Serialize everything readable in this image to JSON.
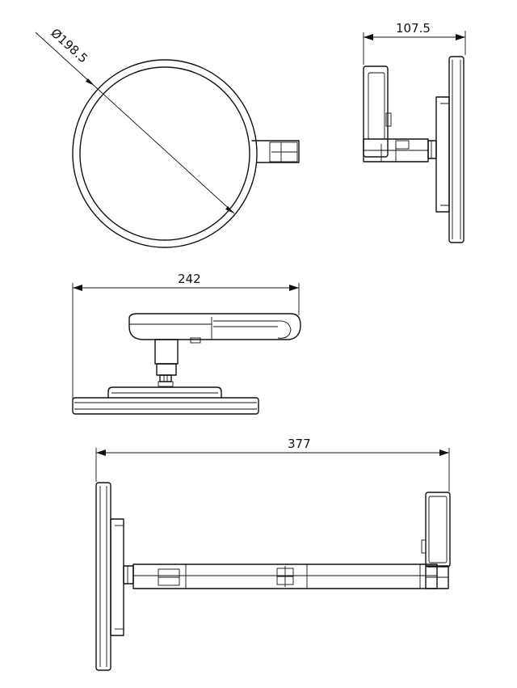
{
  "dimensions": {
    "diameter": "Ø198.5",
    "side_depth": "107.5",
    "front_width": "242",
    "total_length": "377"
  },
  "colors": {
    "line": "#111111",
    "background": "#ffffff"
  }
}
